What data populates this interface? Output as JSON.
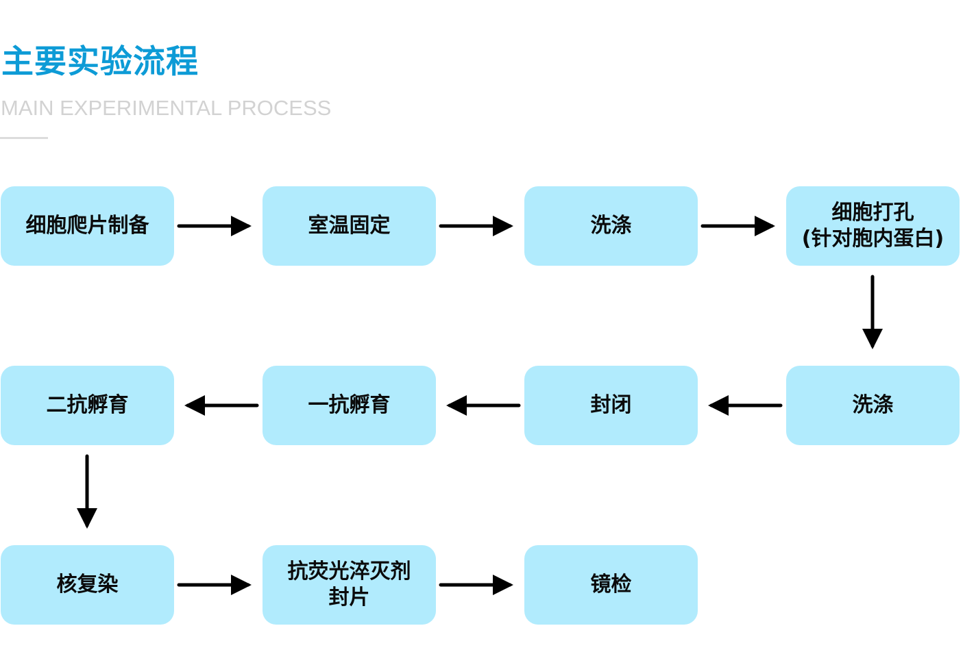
{
  "header": {
    "title": "主要实验流程",
    "subtitle": "MAIN EXPERIMENTAL PROCESS"
  },
  "colors": {
    "title": "#0d9bd6",
    "subtitle": "#d2d2d2",
    "box_fill": "#b1ebfd",
    "arrow": "#000000"
  },
  "flow": {
    "steps": [
      {
        "label": "细胞爬片制备"
      },
      {
        "label": "室温固定"
      },
      {
        "label": "洗涤"
      },
      {
        "label": "细胞打孔\n(针对胞内蛋白)"
      },
      {
        "label": "洗涤"
      },
      {
        "label": "封闭"
      },
      {
        "label": "一抗孵育"
      },
      {
        "label": "二抗孵育"
      },
      {
        "label": "核复染"
      },
      {
        "label": "抗荧光淬灭剂\n封片"
      },
      {
        "label": "镜检"
      }
    ]
  }
}
